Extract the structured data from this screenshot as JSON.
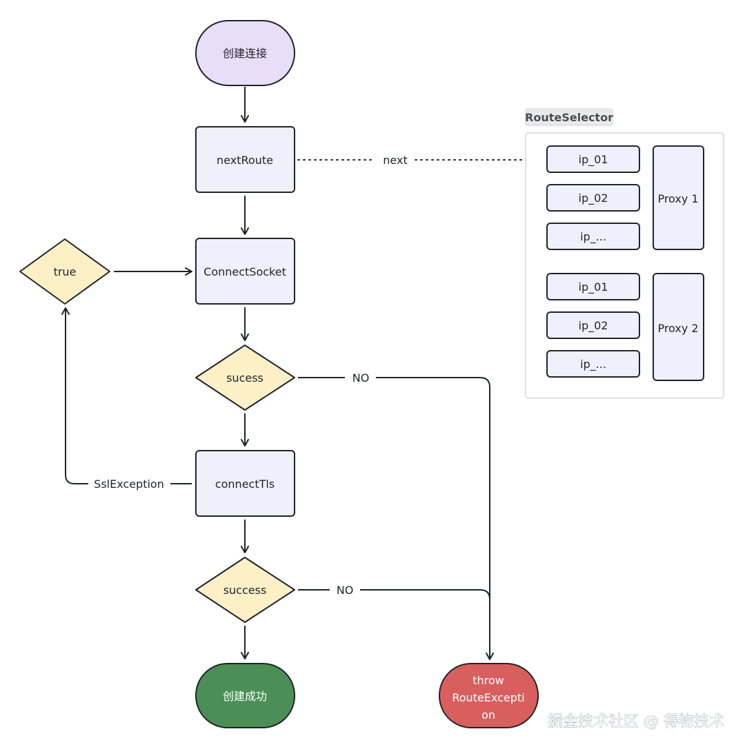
{
  "nodes": {
    "start": "创建连接",
    "next_route": "nextRoute",
    "connect_socket": "ConnectSocket",
    "decision_sucess": "sucess",
    "connect_tls": "connectTls",
    "decision_success": "success",
    "decision_true": "true",
    "end_success": "创建成功",
    "throw_lines": [
      "throw",
      "RouteExcepti",
      "on"
    ]
  },
  "edges": {
    "next": "next",
    "no_1": "NO",
    "no_2": "NO",
    "ssl_exception": "SslException"
  },
  "route_selector": {
    "label": "RouteSelector",
    "proxy_1": {
      "name": "Proxy 1",
      "ips": [
        "ip_01",
        "ip_02",
        "ip_..."
      ]
    },
    "proxy_2": {
      "name": "Proxy 2",
      "ips": [
        "ip_01",
        "ip_02",
        "ip_..."
      ]
    }
  },
  "watermark": "掘金技术社区 @ 得物技术",
  "colors": {
    "start_fill": "#e8def8",
    "process_fill": "#eef0fb",
    "decision_fill": "#fdf0c7",
    "success_fill": "#4b8f57",
    "error_fill": "#d95f5f",
    "stroke": "#1f2329"
  }
}
